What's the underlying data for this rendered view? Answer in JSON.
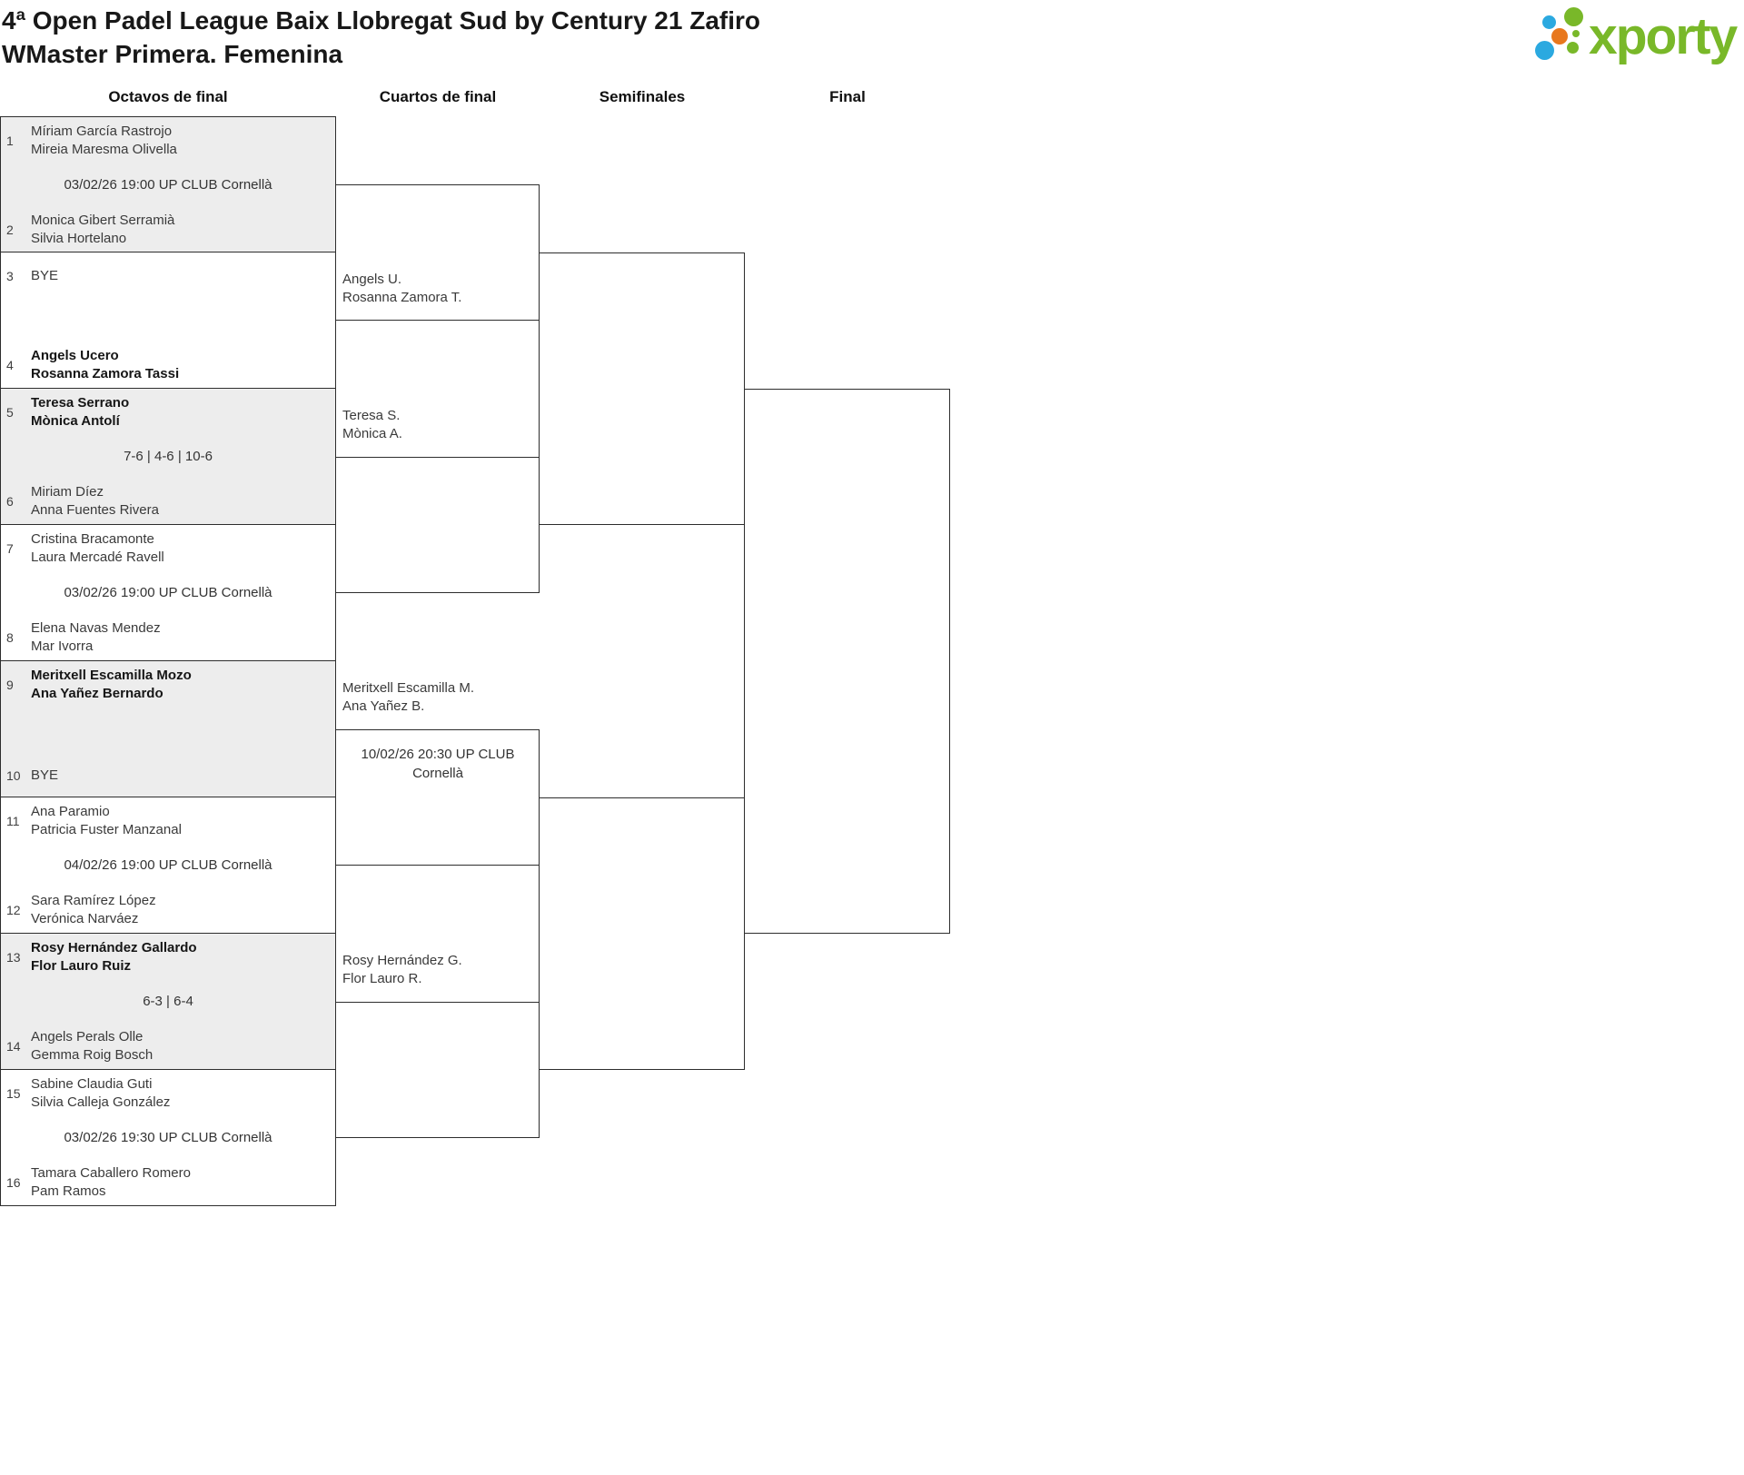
{
  "header": {
    "title": "4ª Open Padel League Baix Llobregat Sud by Century 21 Zafiro",
    "subtitle": "WMaster Primera. Femenina"
  },
  "logo": {
    "word": "xporty",
    "green": "#79b829",
    "blue": "#2ba9e0",
    "orange": "#e8781e"
  },
  "columns": [
    "Octavos de final",
    "Cuartos de final",
    "Semifinales",
    "Final"
  ],
  "r16": [
    {
      "info": "03/02/26 19:00 UP CLUB Cornellà",
      "a": {
        "seed": "1",
        "line1": "Míriam García Rastrojo",
        "line2": "Mireia Maresma Olivella",
        "winner": false
      },
      "b": {
        "seed": "2",
        "line1": "Monica Gibert Serramià",
        "line2": "Silvia Hortelano",
        "winner": false
      }
    },
    {
      "info": "",
      "a": {
        "seed": "3",
        "line1": "BYE",
        "line2": "",
        "winner": false
      },
      "b": {
        "seed": "4",
        "line1": "Angels Ucero",
        "line2": "Rosanna Zamora Tassi",
        "winner": true
      }
    },
    {
      "info": "7-6 | 4-6 | 10-6",
      "a": {
        "seed": "5",
        "line1": "Teresa Serrano",
        "line2": "Mònica Antolí",
        "winner": true
      },
      "b": {
        "seed": "6",
        "line1": "Miriam Díez",
        "line2": "Anna Fuentes Rivera",
        "winner": false
      }
    },
    {
      "info": "03/02/26 19:00 UP CLUB Cornellà",
      "a": {
        "seed": "7",
        "line1": "Cristina Bracamonte",
        "line2": "Laura Mercadé Ravell",
        "winner": false
      },
      "b": {
        "seed": "8",
        "line1": "Elena Navas Mendez",
        "line2": "Mar Ivorra",
        "winner": false
      }
    },
    {
      "info": "",
      "a": {
        "seed": "9",
        "line1": "Meritxell Escamilla Mozo",
        "line2": "Ana Yañez Bernardo",
        "winner": true
      },
      "b": {
        "seed": "10",
        "line1": "BYE",
        "line2": "",
        "winner": false
      }
    },
    {
      "info": "04/02/26 19:00 UP CLUB Cornellà",
      "a": {
        "seed": "11",
        "line1": "Ana Paramio",
        "line2": "Patricia Fuster Manzanal",
        "winner": false
      },
      "b": {
        "seed": "12",
        "line1": "Sara Ramírez López",
        "line2": "Verónica Narváez",
        "winner": false
      }
    },
    {
      "info": "6-3 | 6-4",
      "a": {
        "seed": "13",
        "line1": "Rosy Hernández Gallardo",
        "line2": "Flor Lauro Ruiz",
        "winner": true
      },
      "b": {
        "seed": "14",
        "line1": "Angels Perals Olle",
        "line2": "Gemma Roig Bosch",
        "winner": false
      }
    },
    {
      "info": "03/02/26 19:30 UP CLUB Cornellà",
      "a": {
        "seed": "15",
        "line1": "Sabine Claudia Guti",
        "line2": "Silvia Calleja González",
        "winner": false
      },
      "b": {
        "seed": "16",
        "line1": "Tamara Caballero Romero",
        "line2": "Pam Ramos",
        "winner": false
      }
    }
  ],
  "quarterfinals": [
    {
      "line1": "Angels U.",
      "line2": "Rosanna Zamora T.",
      "info": ""
    },
    {
      "line1": "Teresa S.",
      "line2": "Mònica A.",
      "info": ""
    },
    {
      "line1": "Meritxell Escamilla M.",
      "line2": "Ana Yañez B.",
      "info": "10/02/26 20:30 UP CLUB Cornellà"
    },
    {
      "line1": "Rosy Hernández G.",
      "line2": "Flor Lauro R.",
      "info": ""
    }
  ]
}
